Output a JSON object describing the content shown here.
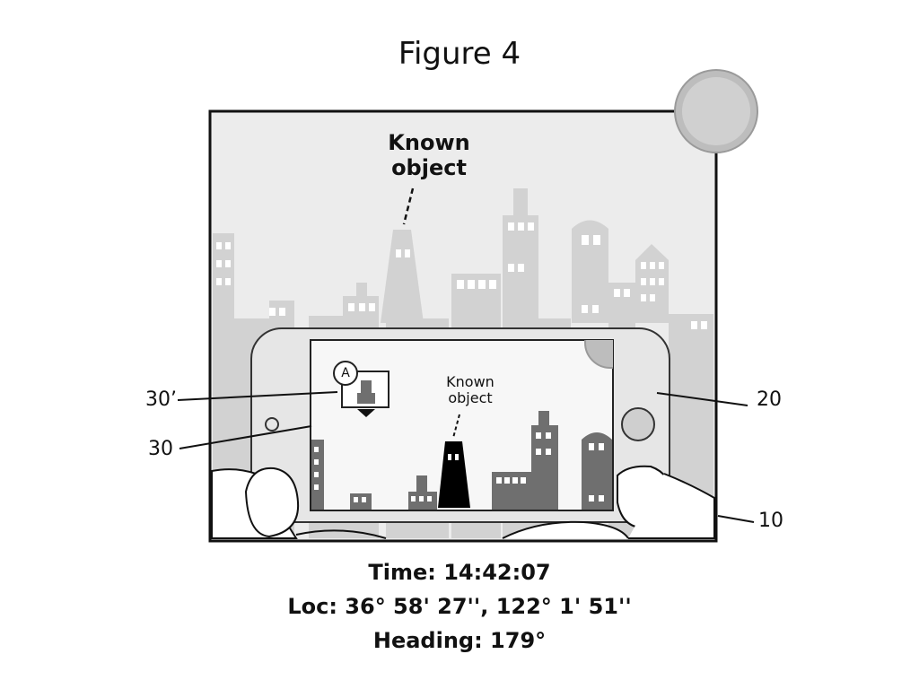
{
  "figure": {
    "title": "Figure 4"
  },
  "labels": {
    "known_object_world": "Known\nobject",
    "known_object_screen": "Known\nobject",
    "marker_letter": "A"
  },
  "references": {
    "screen_element": "30’",
    "screen": "30",
    "device": "20",
    "scene": "10"
  },
  "caption": {
    "time": "Time: 14:42:07",
    "location": "Loc: 36° 58' 27'', 122° 1' 51''",
    "heading": "Heading: 179°"
  },
  "colors": {
    "frame": "#111111",
    "sky": "#ececec",
    "city_world": "#d2d2d2",
    "phone_body": "#e6e6e6",
    "phone_screen_bg": "#f7f7f7",
    "city_screen": "#6f6f6f",
    "known_object_screen": "#000000",
    "sun": "#bdbdbd"
  },
  "icons": [
    "sun-icon",
    "hand-icon",
    "water-tower-icon",
    "down-arrow-icon"
  ]
}
